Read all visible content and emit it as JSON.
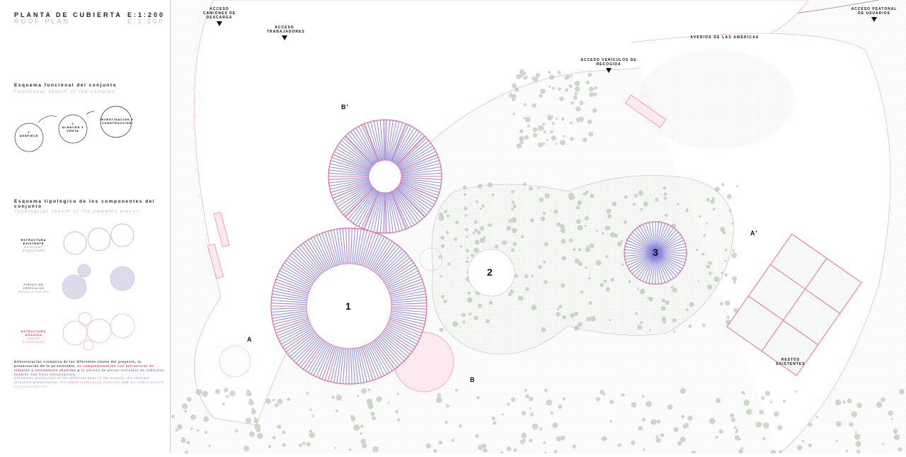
{
  "title": {
    "es": "PLANTA DE CUBIERTA",
    "en": "ROOF PLAN",
    "scale_es": "E:1:200",
    "scale_en": "E:1:200"
  },
  "functional": {
    "heading_es": "Esquema funcional del conjunto",
    "heading_en": "Functional skecth of the complex",
    "nodes": [
      {
        "num": "1",
        "label": "DESPIECE"
      },
      {
        "num": "2",
        "label": "ALMACÉN Y VENTA"
      },
      {
        "num": "",
        "label": "INVESTIGACIÓN Y CONSTRUCCIÓN"
      }
    ]
  },
  "typological": {
    "heading_es": "Esquema tipológico de los componentes del conjunto",
    "heading_en": "Typological skecth of the complex pieces",
    "rows": [
      {
        "es": "ESTRUCTURA EXISTENTE",
        "en": "EXISTANT STRUCTURE",
        "color": "#999999"
      },
      {
        "es": "PIEZAS DE VEHÍCULOS",
        "en": "VEHICLE PIECES",
        "color": "#7b78c9"
      },
      {
        "es": "ESTRUCTURA AÑADIDA",
        "en": "ADDED STRUCTURE",
        "color": "#e8326a"
      }
    ]
  },
  "description": {
    "es_a": "Diferenciación cromática de las diferentes claves del proyecto, la preservación de la ya existente,",
    "es_b": "su complementación con estructuras de refuerzo y cerramiento añadidas",
    "es_c": "y",
    "es_d": "la adición de piezas extraídas de vehículos también con fines estructurales.",
    "en_a": "Chromatic distinction of the different keys of the project, the existant structure preservation,",
    "en_b": "the added reinforcing structure",
    "en_c": "and",
    "en_d": "the added vehicle structural pieces."
  },
  "map": {
    "street": "AVENIDA DE LAS AMÉRICAS",
    "accesses": [
      "ACCESO CAMIONES DE DESCARGA",
      "ACCESO TRABAJADORES",
      "ACCESO VEHÍCULOS DE RECOGIDA",
      "ACCESO PEATONAL DE USUARIOS"
    ],
    "buildings": [
      "1",
      "2",
      "3"
    ],
    "ruins": "RESTOS EXISTENTES",
    "sections": [
      "A",
      "A'",
      "B",
      "B'"
    ]
  },
  "colors": {
    "pink": "#f06a94",
    "blue": "#7a74d6",
    "green": "#9fb59a"
  }
}
